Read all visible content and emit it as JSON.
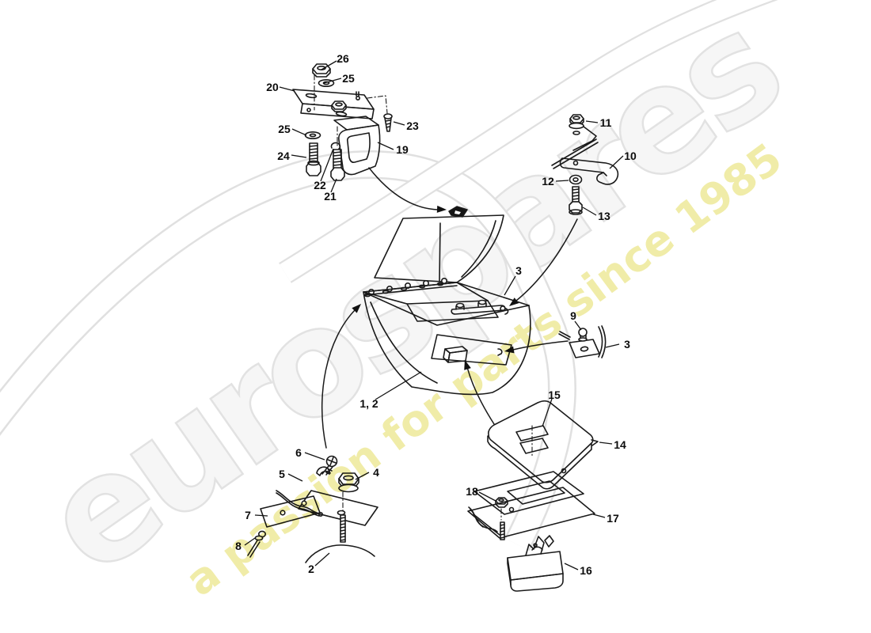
{
  "watermark": {
    "brand": "eurospares",
    "tagline": "a passion for parts since 1985"
  },
  "colors": {
    "line": "#1a1a1a",
    "label": "#0c0c0c",
    "watermark_gray_stroke": "#e2e2e2",
    "watermark_yellow": "#f0eca8",
    "swoosh_edge": "#e0e0e0",
    "background": "#ffffff"
  },
  "diagram": {
    "description": "Exploded parts diagram, console assembly",
    "labels": [
      {
        "id": "26",
        "text": "26"
      },
      {
        "id": "25a",
        "text": "25"
      },
      {
        "id": "20",
        "text": "20"
      },
      {
        "id": "23",
        "text": "23"
      },
      {
        "id": "25b",
        "text": "25"
      },
      {
        "id": "24",
        "text": "24"
      },
      {
        "id": "19",
        "text": "19"
      },
      {
        "id": "22",
        "text": "22"
      },
      {
        "id": "21",
        "text": "21"
      },
      {
        "id": "11",
        "text": "11"
      },
      {
        "id": "10",
        "text": "10"
      },
      {
        "id": "12",
        "text": "12"
      },
      {
        "id": "13",
        "text": "13"
      },
      {
        "id": "3a",
        "text": "3"
      },
      {
        "id": "9",
        "text": "9"
      },
      {
        "id": "3b",
        "text": "3"
      },
      {
        "id": "1-2",
        "text": "1, 2"
      },
      {
        "id": "6",
        "text": "6"
      },
      {
        "id": "5",
        "text": "5"
      },
      {
        "id": "4",
        "text": "4"
      },
      {
        "id": "7",
        "text": "7"
      },
      {
        "id": "8",
        "text": "8"
      },
      {
        "id": "2",
        "text": "2"
      },
      {
        "id": "15",
        "text": "15"
      },
      {
        "id": "14",
        "text": "14"
      },
      {
        "id": "18",
        "text": "18"
      },
      {
        "id": "17",
        "text": "17"
      },
      {
        "id": "16",
        "text": "16"
      }
    ]
  }
}
